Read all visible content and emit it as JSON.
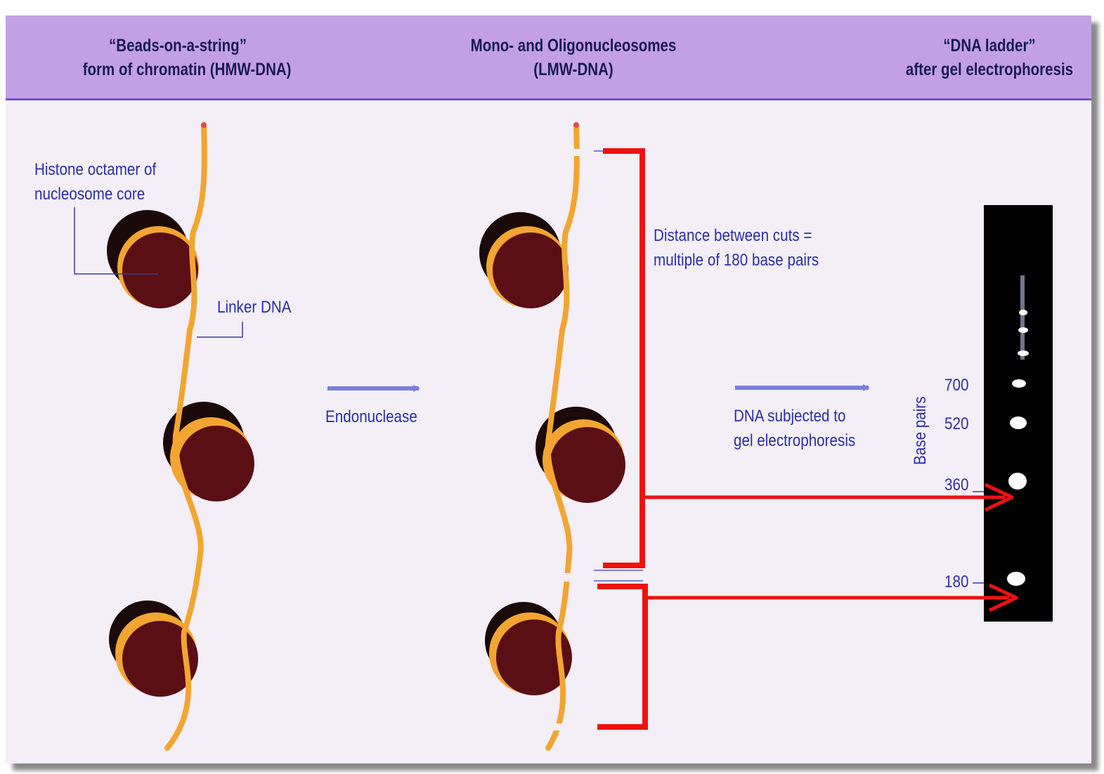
{
  "header": {
    "col1_line1": "“Beads-on-a-string”",
    "col1_line2": "form of chromatin (HMW-DNA)",
    "col2_line1": "Mono- and Oligonucleosomes",
    "col2_line2": "(LMW-DNA)",
    "col3_line1": "“DNA ladder”",
    "col3_line2": "after gel electrophoresis"
  },
  "labels": {
    "histone_line1": "Histone octamer of",
    "histone_line2": "nucleosome core",
    "linker": "Linker DNA",
    "endonuclease": "Endonuclease",
    "distance_line1": "Distance between cuts =",
    "distance_line2": "multiple of 180 base pairs",
    "gel_line1": "DNA subjected to",
    "gel_line2": "gel electrophoresis",
    "base_pairs_axis": "Base pairs"
  },
  "ladder": [
    "700",
    "520",
    "360",
    "180"
  ],
  "colors": {
    "header_bg": "#c3a0e6",
    "label_text": "#2b2fa8",
    "dna_strand": "#f2a531",
    "histone": "#5a0f14",
    "annotation_arrow": "#ee1111",
    "process_arrow": "#7a7ee0",
    "gel": "#000000"
  }
}
